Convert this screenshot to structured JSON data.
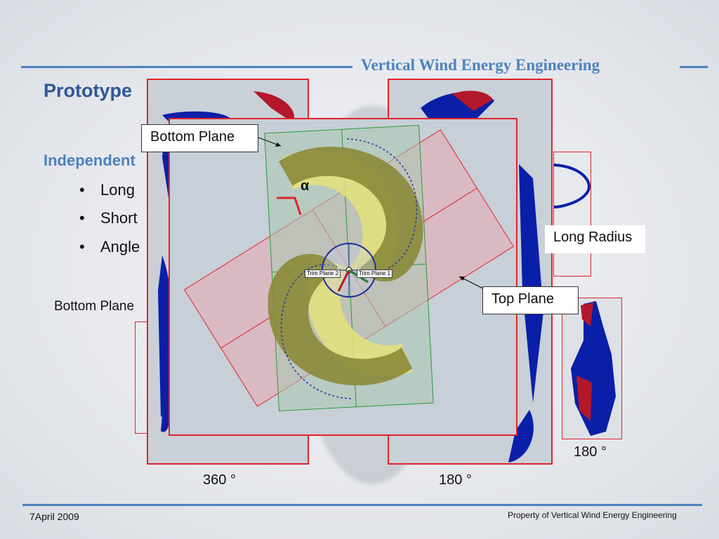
{
  "header": {
    "title": "Vertical Wind Energy Engineering"
  },
  "slide": {
    "title": "Prototype",
    "subheading": "Independent",
    "bullets": [
      "Long",
      "Short",
      "Angle"
    ],
    "bottom_plane_text": "Bottom Plane"
  },
  "callouts": {
    "bottom_plane": "Bottom Plane",
    "top_plane": "Top Plane",
    "long_radius": "Long Radius",
    "alpha": "α",
    "trim_plane_2": "Trim Plane 2",
    "trim_plane_1": "Trim Plane 1"
  },
  "angles": {
    "left_panel": "360 °",
    "middle_panel": "180 °",
    "right_panel": "180 °"
  },
  "footer": {
    "date": "7April 2009",
    "property": "Property of Vertical Wind Energy Engineering"
  },
  "colors": {
    "accent": "#4f81bd",
    "frame_red": "#e2232a",
    "blade_blue": "#0a1fa8",
    "blade_red": "#b3172a"
  }
}
